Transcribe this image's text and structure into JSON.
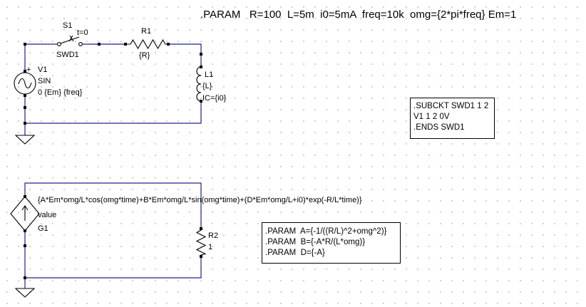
{
  "top_params": ".PARAM   R=100  L=5m  i0=5mA  freq=10k  omg={2*pi*freq} Em=1",
  "switch": {
    "name": "S1",
    "model": "SWD1",
    "time_label": "t=0"
  },
  "resistor_r1": {
    "name": "R1",
    "value": "{R}"
  },
  "inductor_l1": {
    "name": "L1",
    "value": "{L}",
    "ic": "IC={i0}"
  },
  "source_v1": {
    "plus": "+",
    "name": "V1",
    "type": "SIN",
    "params": "0 {Em} {freq}"
  },
  "subckt": {
    "lines": [
      ".SUBCKT SWD1 1 2",
      "V1 1 2 0V",
      ".ENDS SWD1"
    ]
  },
  "source_g1": {
    "expression": "{A*Em*omg/L*cos(omg*time)+B*Em*omg/L*sin(omg*time)+(D*Em*omg/L+i0)*exp(-R/L*time)}",
    "value_label": "value",
    "name": "G1"
  },
  "resistor_r2": {
    "name": "R2",
    "value": "1"
  },
  "param_box": {
    "lines": [
      ".PARAM  A={-1/((R/L)^2+omg^2)}",
      ".PARAM  B={-A*R/(L*omg)}",
      ".PARAM  D={-A}"
    ]
  },
  "colors": {
    "wire": "#20208c",
    "component": "#000000",
    "grid_dot": "#c4c4c4"
  }
}
